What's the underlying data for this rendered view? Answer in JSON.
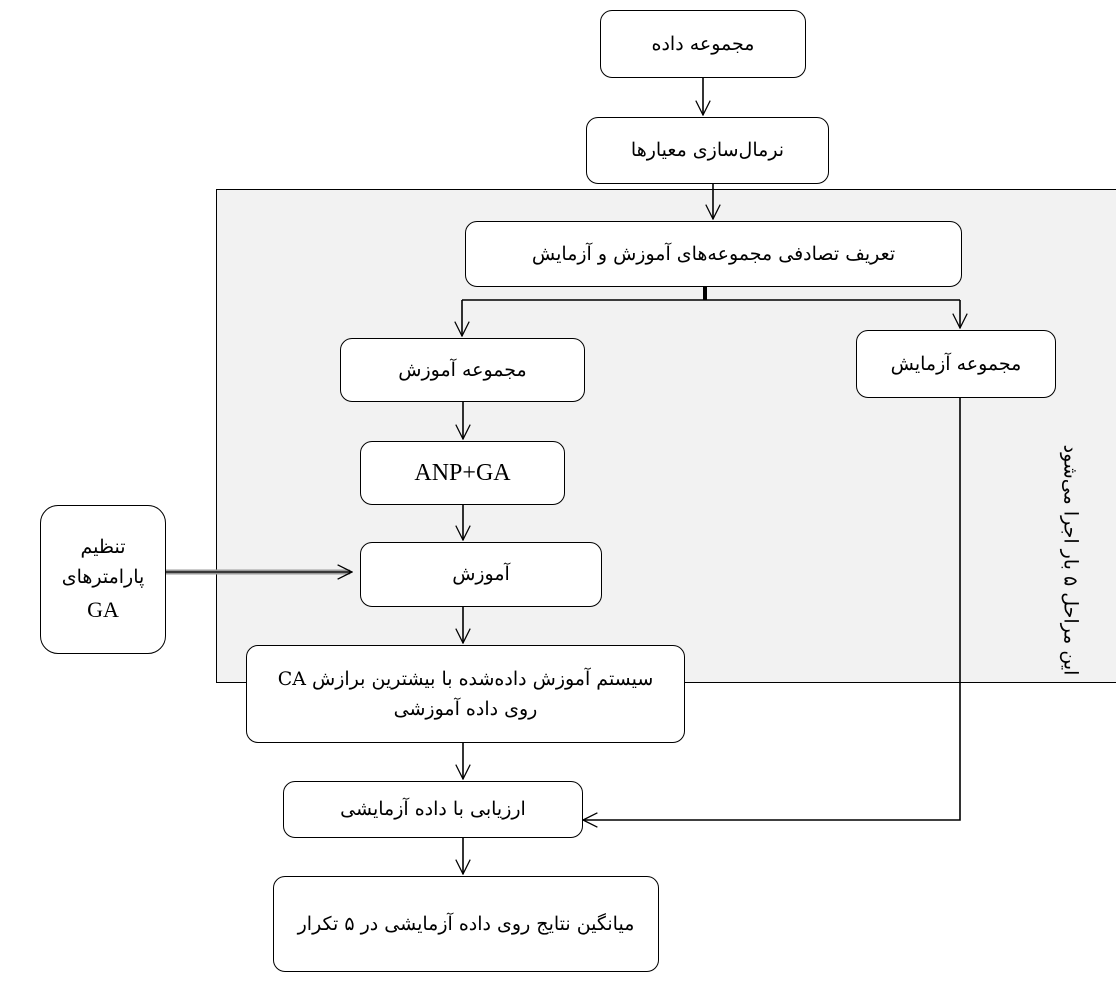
{
  "nodes": {
    "dataset": "مجموعه داده",
    "normalize": "نرمال‌سازی معیارها",
    "random_split": "تعریف تصادفی مجموعه‌های آموزش و آزمایش",
    "train_set": "مجموعه آموزش",
    "test_set": "مجموعه آزمایش",
    "anp_ga": "ANP+GA",
    "training": "آموزش",
    "ga_params_line1": "تنظیم",
    "ga_params_line2": "پارامترهای",
    "ga_params_line3": "GA",
    "best_system_line1": "سیستم آموزش داده‌شده با بیشترین برازش CA",
    "best_system_line2": "روی داده آموزشی",
    "evaluate": "ارزیابی با داده آزمایشی",
    "average": "میانگین نتایج روی داده آزمایشی در ۵ تکرار"
  },
  "loop_note": "این مراحل ۵ بار اجرا می‌شود"
}
